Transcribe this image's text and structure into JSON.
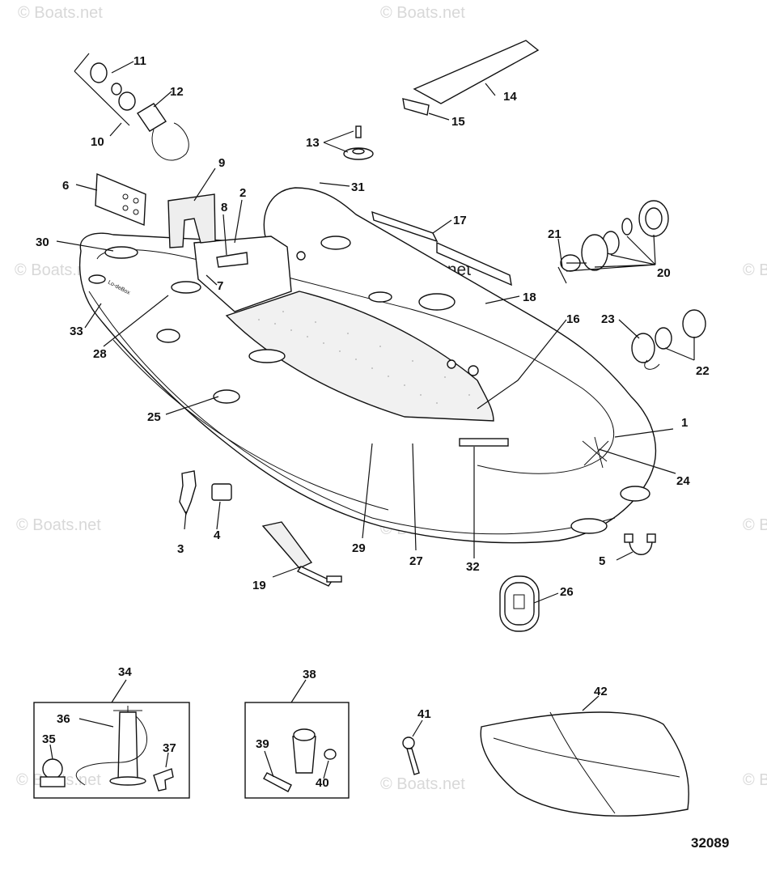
{
  "watermark_text": "© Boats.net",
  "diagram_id": "32089",
  "hull_brand": "Lo-deBox",
  "callouts": [
    "1",
    "2",
    "3",
    "4",
    "5",
    "6",
    "7",
    "8",
    "9",
    "10",
    "11",
    "12",
    "13",
    "14",
    "15",
    "16",
    "17",
    "18",
    "19",
    "20",
    "21",
    "22",
    "23",
    "24",
    "25",
    "26",
    "27",
    "28",
    "29",
    "30",
    "31",
    "32",
    "33",
    "34",
    "35",
    "36",
    "37",
    "38",
    "39",
    "40",
    "41",
    "42"
  ]
}
